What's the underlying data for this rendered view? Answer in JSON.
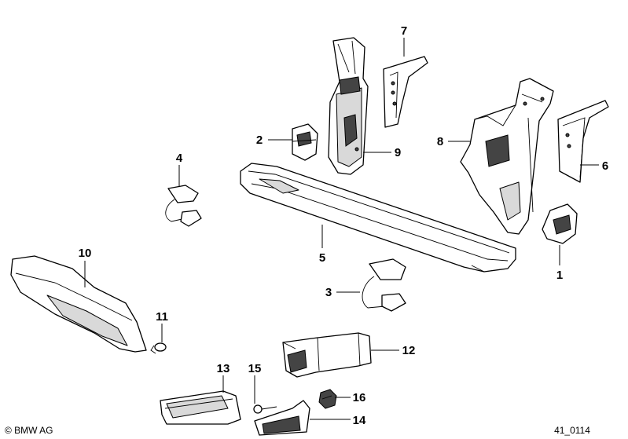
{
  "callouts": {
    "c1": "1",
    "c2": "2",
    "c3": "3",
    "c4": "4",
    "c5": "5",
    "c6": "6",
    "c7": "7",
    "c8": "8",
    "c9": "9",
    "c10": "10",
    "c11": "11",
    "c12": "12",
    "c13": "13",
    "c14": "14",
    "c15": "15",
    "c16": "16"
  },
  "footer": {
    "copyright": "© BMW AG",
    "code": "41_0114"
  }
}
